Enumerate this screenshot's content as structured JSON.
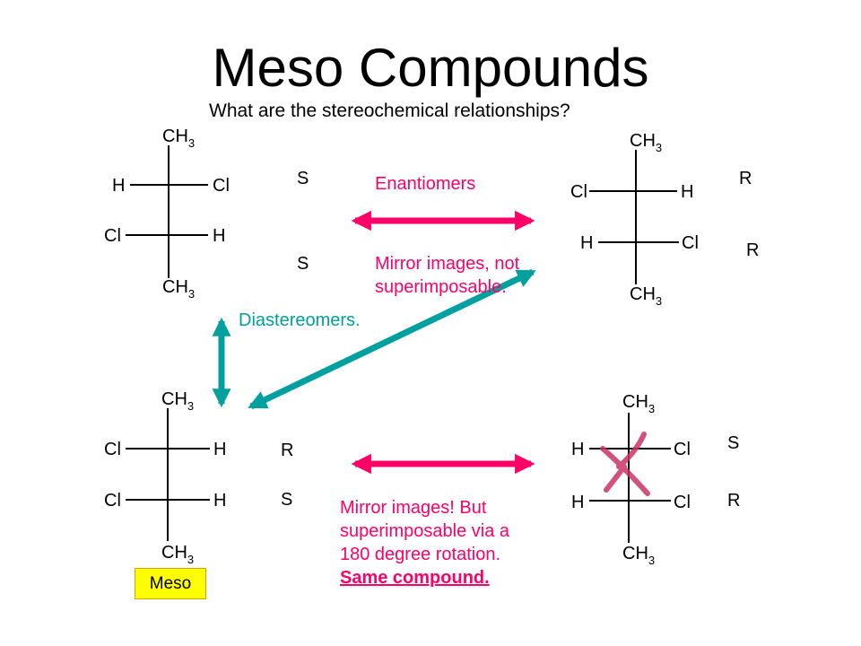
{
  "title": "Meso Compounds",
  "subtitle": "What are the stereochemical relationships?",
  "atoms": {
    "ch3": "CH",
    "sub3": "3",
    "h": "H",
    "cl": "Cl"
  },
  "molecules": {
    "top_left": {
      "row1_left": "H",
      "row1_right": "Cl",
      "row2_left": "Cl",
      "row2_right": "H"
    },
    "top_right": {
      "row1_left": "Cl",
      "row1_right": "H",
      "row2_left": "H",
      "row2_right": "Cl"
    },
    "bottom_left": {
      "row1_left": "Cl",
      "row1_right": "H",
      "row2_left": "Cl",
      "row2_right": "H"
    },
    "bottom_right": {
      "row1_left": "H",
      "row1_right": "Cl",
      "row2_left": "H",
      "row2_right": "Cl"
    }
  },
  "configs": {
    "top_left": [
      "S",
      "S"
    ],
    "top_right": [
      "R",
      "R"
    ],
    "bottom_left": [
      "R",
      "S"
    ],
    "bottom_right": [
      "S",
      "R"
    ]
  },
  "relations": {
    "enantiomers": "Enantiomers",
    "mirror_not_superimposable": "Mirror images, not superimposable.",
    "diastereomers": "Diastereomers.",
    "mirror_superimposable": "Mirror images! But superimposable via a 180 degree rotation.",
    "same_compound": "Same compound."
  },
  "meso_label": "Meso",
  "colors": {
    "pink": "#ff0066",
    "teal": "#00a0a0",
    "cross": "#cc3366",
    "meso_box": "#ffff00"
  }
}
